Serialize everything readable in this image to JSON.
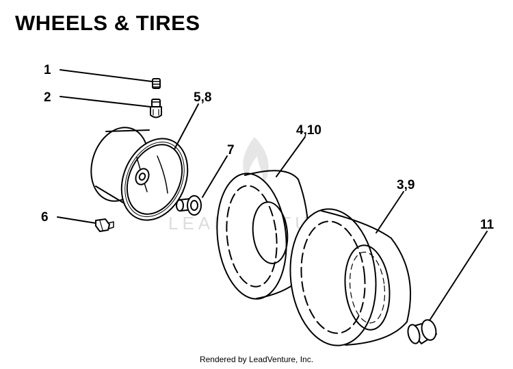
{
  "title": "WHEELS & TIRES",
  "footer": "Rendered by LeadVenture, Inc.",
  "watermark": "LEADVENTURE",
  "callouts": [
    "1",
    "2",
    "5,8",
    "7",
    "4,10",
    "3,9",
    "6",
    "11"
  ]
}
